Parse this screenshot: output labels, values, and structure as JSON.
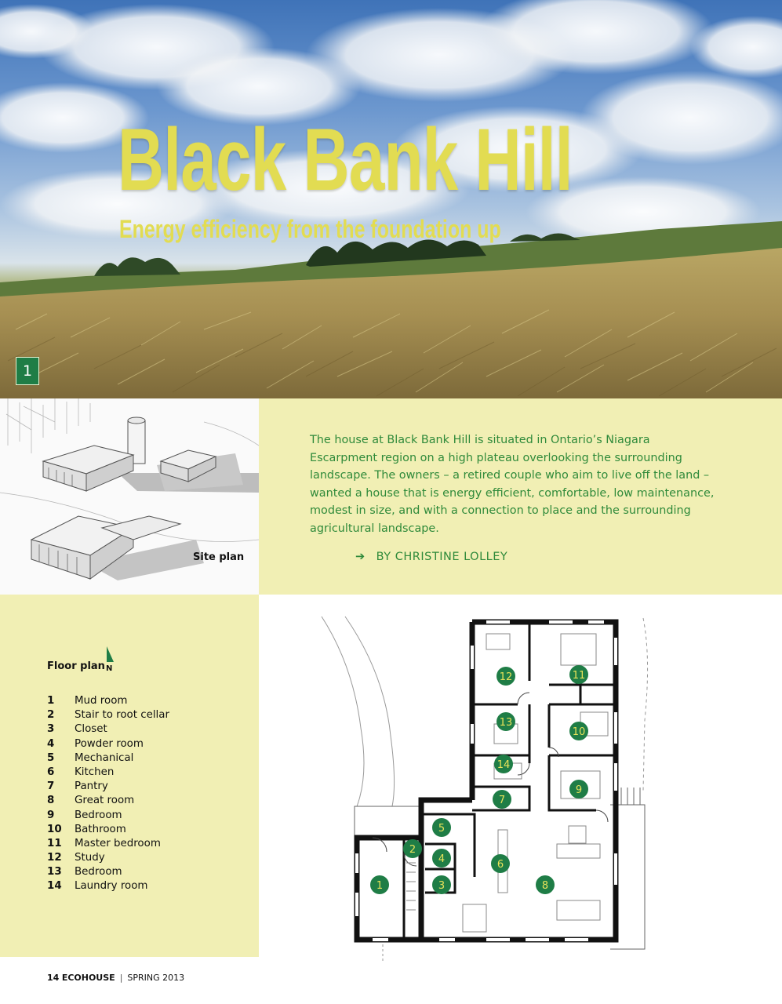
{
  "hero": {
    "title": "Black Bank Hill",
    "subtitle": "Energy efficiency from the foundation up",
    "photo_number": "1"
  },
  "site_plan": {
    "label": "Site plan"
  },
  "intro": {
    "text": "The house at Black Bank Hill is situated in Ontario’s Niagara Escarpment region on a high plateau overlooking the surrounding landscape. The owners – a retired couple who aim to live off the land – wanted a house that is energy efficient, comfortable, low maintenance, modest in size, and with a connection to place and the surrounding agricultural landscape.",
    "byline": "BY CHRISTINE LOLLEY"
  },
  "floor_plan": {
    "title": "Floor plan",
    "north_label": "N",
    "legend": [
      {
        "num": "1",
        "label": "Mud room"
      },
      {
        "num": "2",
        "label": "Stair to root cellar"
      },
      {
        "num": "3",
        "label": "Closet"
      },
      {
        "num": "4",
        "label": "Powder room"
      },
      {
        "num": "5",
        "label": "Mechanical"
      },
      {
        "num": "6",
        "label": "Kitchen"
      },
      {
        "num": "7",
        "label": "Pantry"
      },
      {
        "num": "8",
        "label": "Great room"
      },
      {
        "num": "9",
        "label": "Bedroom"
      },
      {
        "num": "10",
        "label": "Bathroom"
      },
      {
        "num": "11",
        "label": "Master bedroom"
      },
      {
        "num": "12",
        "label": "Study"
      },
      {
        "num": "13",
        "label": "Bedroom"
      },
      {
        "num": "14",
        "label": "Laundry room"
      }
    ],
    "badges": {
      "b1": "1",
      "b2": "2",
      "b3": "3",
      "b4": "4",
      "b5": "5",
      "b6": "6",
      "b7": "7",
      "b8": "8",
      "b9": "9",
      "b10": "10",
      "b11": "11",
      "b12": "12",
      "b13": "13",
      "b14": "14"
    },
    "badge_color": "#1f7d46",
    "badge_text_color": "#e8e25a"
  },
  "footer": {
    "page": "14",
    "magazine": "ECOHOUSE",
    "separator": "|",
    "issue": "SPRING 2013"
  }
}
